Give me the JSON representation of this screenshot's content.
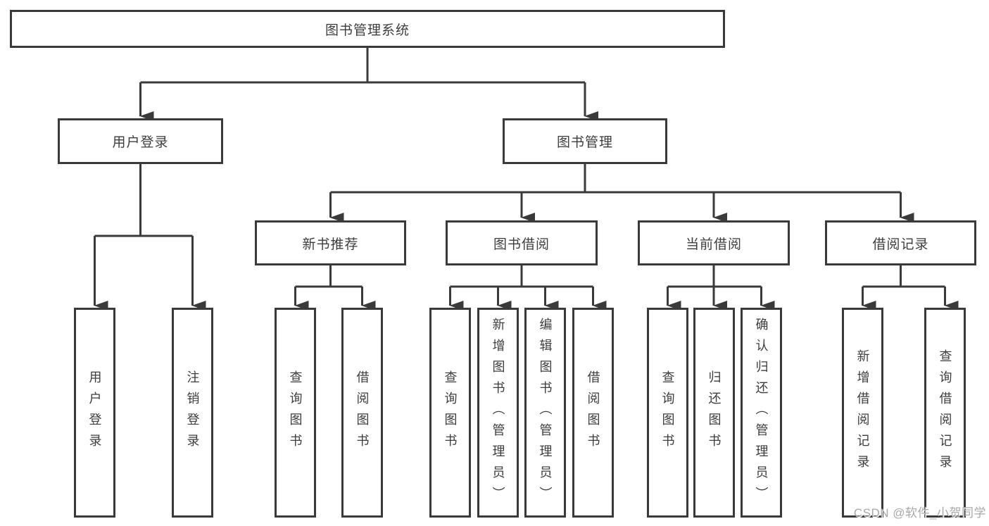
{
  "diagram": {
    "root": {
      "label": "图书管理系统"
    },
    "level2": [
      {
        "label": "用户登录"
      },
      {
        "label": "图书管理"
      }
    ],
    "level3": [
      {
        "label": "新书推荐"
      },
      {
        "label": "图书借阅"
      },
      {
        "label": "当前借阅"
      },
      {
        "label": "借阅记录"
      }
    ],
    "leaves": {
      "user_login": [
        {
          "label": "用户登录"
        },
        {
          "label": "注销登录"
        }
      ],
      "new_books": [
        {
          "label": "查询图书"
        },
        {
          "label": "借阅图书"
        }
      ],
      "book_borrow": [
        {
          "label": "查询图书"
        },
        {
          "label": "新增图书（管理员）"
        },
        {
          "label": "编辑图书（管理员）"
        },
        {
          "label": "借阅图书"
        }
      ],
      "current_borrow": [
        {
          "label": "查询图书"
        },
        {
          "label": "归还图书"
        },
        {
          "label": "确认归还（管理员）"
        }
      ],
      "borrow_records": [
        {
          "label": "新增借阅记录"
        },
        {
          "label": "查询借阅记录"
        }
      ]
    }
  },
  "watermark": {
    "text": "CSDN @软件_小贺同学"
  },
  "colors": {
    "line": "#3a3a3a",
    "box_border": "#3a3a3a",
    "box_fill": "#ffffff",
    "text": "#3d3d3d",
    "watermark": "#a8a8a8",
    "background": "#ffffff"
  }
}
